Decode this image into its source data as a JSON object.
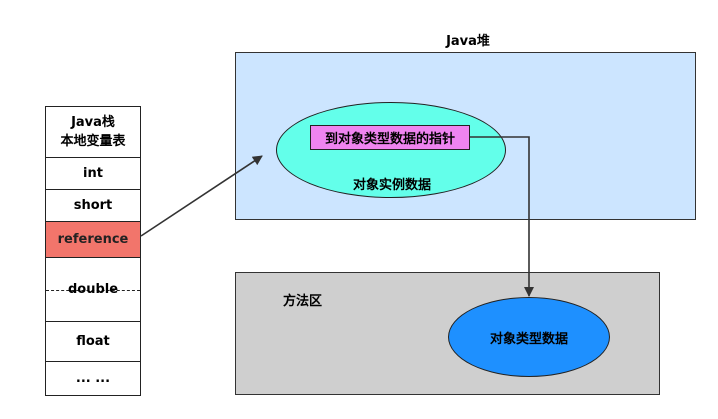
{
  "java_stack": {
    "title_line1": "Java栈",
    "title_line2": "本地变量表",
    "slots": {
      "int": "int",
      "short": "short",
      "reference": "reference",
      "double": "double",
      "float": "float",
      "more": "... ..."
    },
    "reference_color": "#f2756b"
  },
  "heap": {
    "title": "Java堆",
    "color": "#cce5ff",
    "instance_ellipse_color": "#63ffea",
    "pointer_label": "到对象类型数据的指针",
    "pointer_color": "#ef84f0",
    "instance_label": "对象实例数据"
  },
  "method_area": {
    "title": "方法区",
    "color": "#cfcfcf",
    "type_data_label": "对象类型数据",
    "type_data_color": "#1e90ff"
  }
}
